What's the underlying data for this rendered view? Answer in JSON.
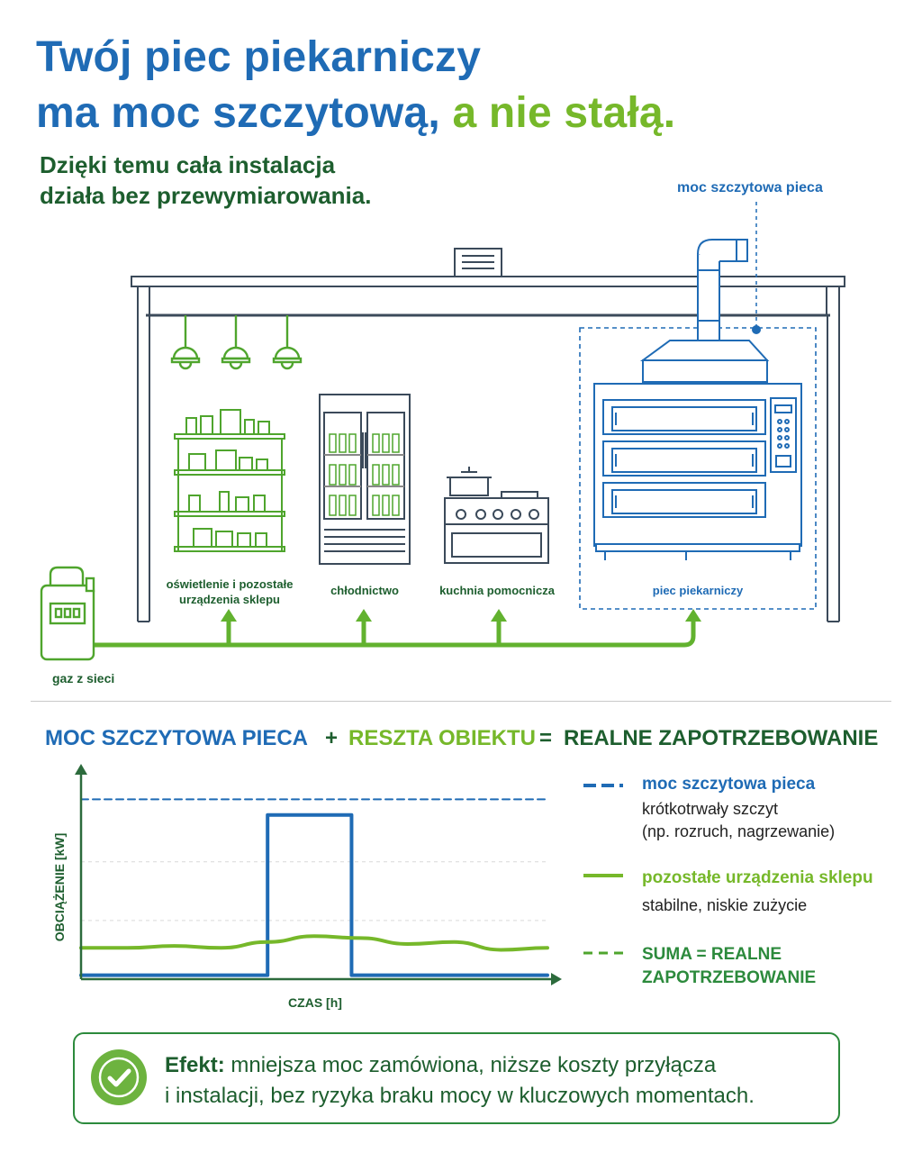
{
  "header": {
    "title_line1": "Twój piec piekarniczy",
    "title_line2_main": "ma moc szczytową,",
    "title_line2_accent": "a nie stałą.",
    "subtitle_line1": "Dzięki temu cała instalacja",
    "subtitle_line2": "działa bez przewymiarowania."
  },
  "diagram": {
    "peak_label": "moc szczytowa pieca",
    "zones": {
      "lighting_line1": "oświetlenie i pozostałe",
      "lighting_line2": "urządzenia sklepu",
      "cooling": "chłodnictwo",
      "kitchen": "kuchnia pomocnicza",
      "oven": "piec piekarniczy"
    },
    "gas_label": "gaz z sieci",
    "icons": [
      "ceiling-lamp-icon",
      "shelf-icon",
      "refrigerator-icon",
      "stove-icon",
      "bakery-oven-icon",
      "chimney-icon",
      "gas-meter-icon",
      "vent-icon"
    ],
    "colors": {
      "blue": "#1f6bb5",
      "green": "#76b82a",
      "dark_green": "#1d5e2e",
      "structure": "#3b4a5a"
    }
  },
  "equation": {
    "part1": "MOC SZCZYTOWA PIECA",
    "plus": "+",
    "part2": "RESZTA OBIEKTU",
    "equals": "=",
    "part3": "REALNE ZAPOTRZEBOWANIE"
  },
  "chart_data": {
    "type": "line",
    "xlabel": "CZAS [h]",
    "ylabel": "OBCIĄŻENIE [kW]",
    "x_range": [
      0,
      10
    ],
    "y_range": [
      0,
      10
    ],
    "axis_ticks": "none",
    "grid": true,
    "series": [
      {
        "name": "moc szczytowa pieca",
        "style": "solid",
        "color": "#1f6bb5",
        "x": [
          0,
          4,
          4,
          5.8,
          5.8,
          10
        ],
        "y": [
          0.2,
          0.2,
          8.4,
          8.4,
          0.2,
          0.2
        ]
      },
      {
        "name": "pozostałe urządzenia sklepu",
        "style": "solid-wavy",
        "color": "#76b82a",
        "x": [
          0,
          1,
          2,
          3,
          4,
          5,
          6,
          7,
          8,
          9,
          10
        ],
        "y": [
          1.6,
          1.6,
          1.7,
          1.6,
          1.9,
          2.2,
          2.1,
          1.8,
          1.9,
          1.5,
          1.6
        ]
      },
      {
        "name": "SUMA = REALNE ZAPOTRZEBOWANIE",
        "style": "dashed",
        "color": "#1f6bb5",
        "x": [
          0,
          12
        ],
        "y": [
          9.2,
          9.2
        ]
      }
    ],
    "legend": {
      "position": "right",
      "items": [
        {
          "title": "moc szczytowa pieca",
          "desc_line1": "krótkotrwały szczyt",
          "desc_line2": "(np. rozruch, nagrzewanie)",
          "color": "#1f6bb5",
          "style": "dashed"
        },
        {
          "title": "pozostałe urządzenia sklepu",
          "desc_line1": "stabilne, niskie zużycie",
          "color": "#76b82a",
          "style": "solid"
        },
        {
          "title_line1": "SUMA = REALNE",
          "title_line2": "ZAPOTRZEBOWANIE",
          "color": "#2c8a3c",
          "style": "dashed"
        }
      ]
    }
  },
  "result": {
    "label": "Efekt:",
    "line1_rest": " mniejsza moc zamówiona, niższe koszty przyłącza",
    "line2": "i instalacji, bez ryzyka braku mocy w kluczowych momentach."
  }
}
